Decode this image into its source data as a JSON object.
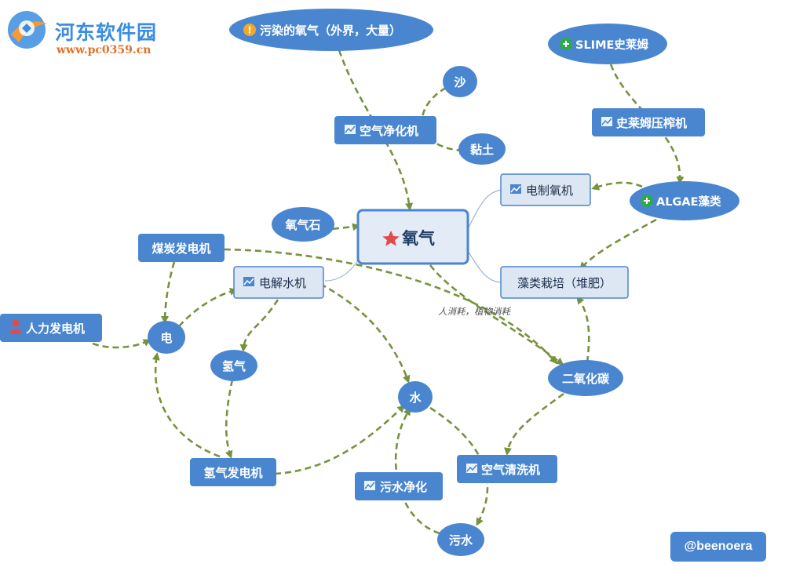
{
  "watermark": {
    "title": "河东软件园",
    "url": "www.pc0359.cn"
  },
  "signature": "@beenoera",
  "colors": {
    "node_fill": "#4a86cf",
    "central_fill": "#e3ebf6",
    "central_border": "#4a86cf",
    "box_fill": "#dde6f3",
    "arrow": "#77923c",
    "connector": "#9bb5d6"
  },
  "nodes": {
    "central": {
      "label": "氧气",
      "icon": "star-icon"
    },
    "polluted_oxygen": {
      "label": "污染的氧气（外界，大量）",
      "icon": "warning-icon"
    },
    "slime": {
      "label": "SLIME史莱姆",
      "icon": "plus-icon"
    },
    "sand": {
      "label": "沙"
    },
    "air_purifier": {
      "label": "空气净化机",
      "icon": "chart-icon"
    },
    "clay": {
      "label": "黏土"
    },
    "slime_press": {
      "label": "史莱姆压榨机",
      "icon": "chart-icon"
    },
    "electrolyzer_oxygen": {
      "label": "电制氧机",
      "icon": "chart-icon"
    },
    "algae": {
      "label": "ALGAE藻类",
      "icon": "plus-icon"
    },
    "oxylite": {
      "label": "氧气石"
    },
    "coal_generator": {
      "label": "煤炭发电机"
    },
    "electrolyzer": {
      "label": "电解水机",
      "icon": "chart-icon"
    },
    "algae_terrarium": {
      "label": "藻类栽培（堆肥）"
    },
    "manual_generator": {
      "label": "人力发电机",
      "icon": "person-icon"
    },
    "power": {
      "label": "电"
    },
    "hydrogen": {
      "label": "氢气"
    },
    "water": {
      "label": "水"
    },
    "co2": {
      "label": "二氧化碳"
    },
    "hydrogen_generator": {
      "label": "氢气发电机"
    },
    "air_scrubber": {
      "label": "空气清洗机",
      "icon": "chart-icon"
    },
    "water_sieve": {
      "label": "污水净化",
      "icon": "chart-icon"
    },
    "polluted_water": {
      "label": "污水"
    }
  },
  "annotation": "人消耗，植物消耗"
}
